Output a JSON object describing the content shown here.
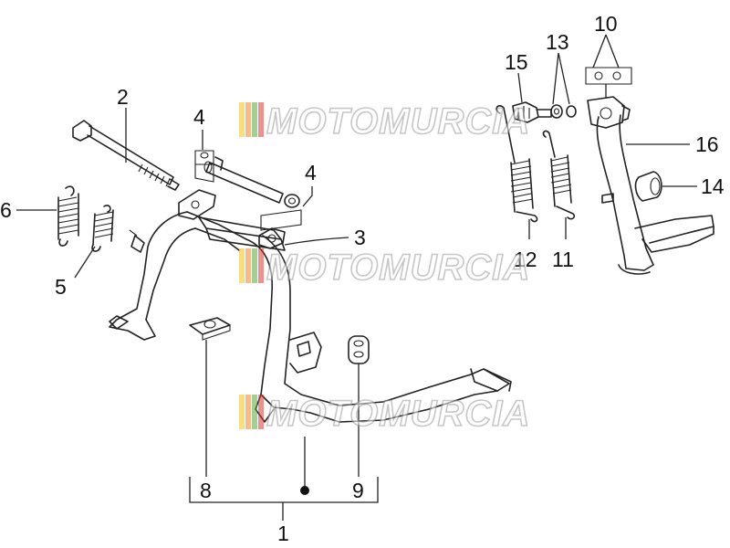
{
  "diagram": {
    "callouts": [
      {
        "id": "1",
        "label": "1"
      },
      {
        "id": "2",
        "label": "2"
      },
      {
        "id": "3",
        "label": "3"
      },
      {
        "id": "4a",
        "label": "4"
      },
      {
        "id": "4b",
        "label": "4"
      },
      {
        "id": "5",
        "label": "5"
      },
      {
        "id": "6",
        "label": "6"
      },
      {
        "id": "8",
        "label": "8"
      },
      {
        "id": "9",
        "label": "9"
      },
      {
        "id": "10",
        "label": "10"
      },
      {
        "id": "11",
        "label": "11"
      },
      {
        "id": "12",
        "label": "12"
      },
      {
        "id": "13",
        "label": "13"
      },
      {
        "id": "14",
        "label": "14"
      },
      {
        "id": "15",
        "label": "15"
      },
      {
        "id": "16",
        "label": "16"
      }
    ]
  },
  "watermark": {
    "text": "MOTOMURCIA",
    "colors": [
      "#f2c21a",
      "#e9852a",
      "#5aa83c",
      "#d63a2f"
    ]
  }
}
